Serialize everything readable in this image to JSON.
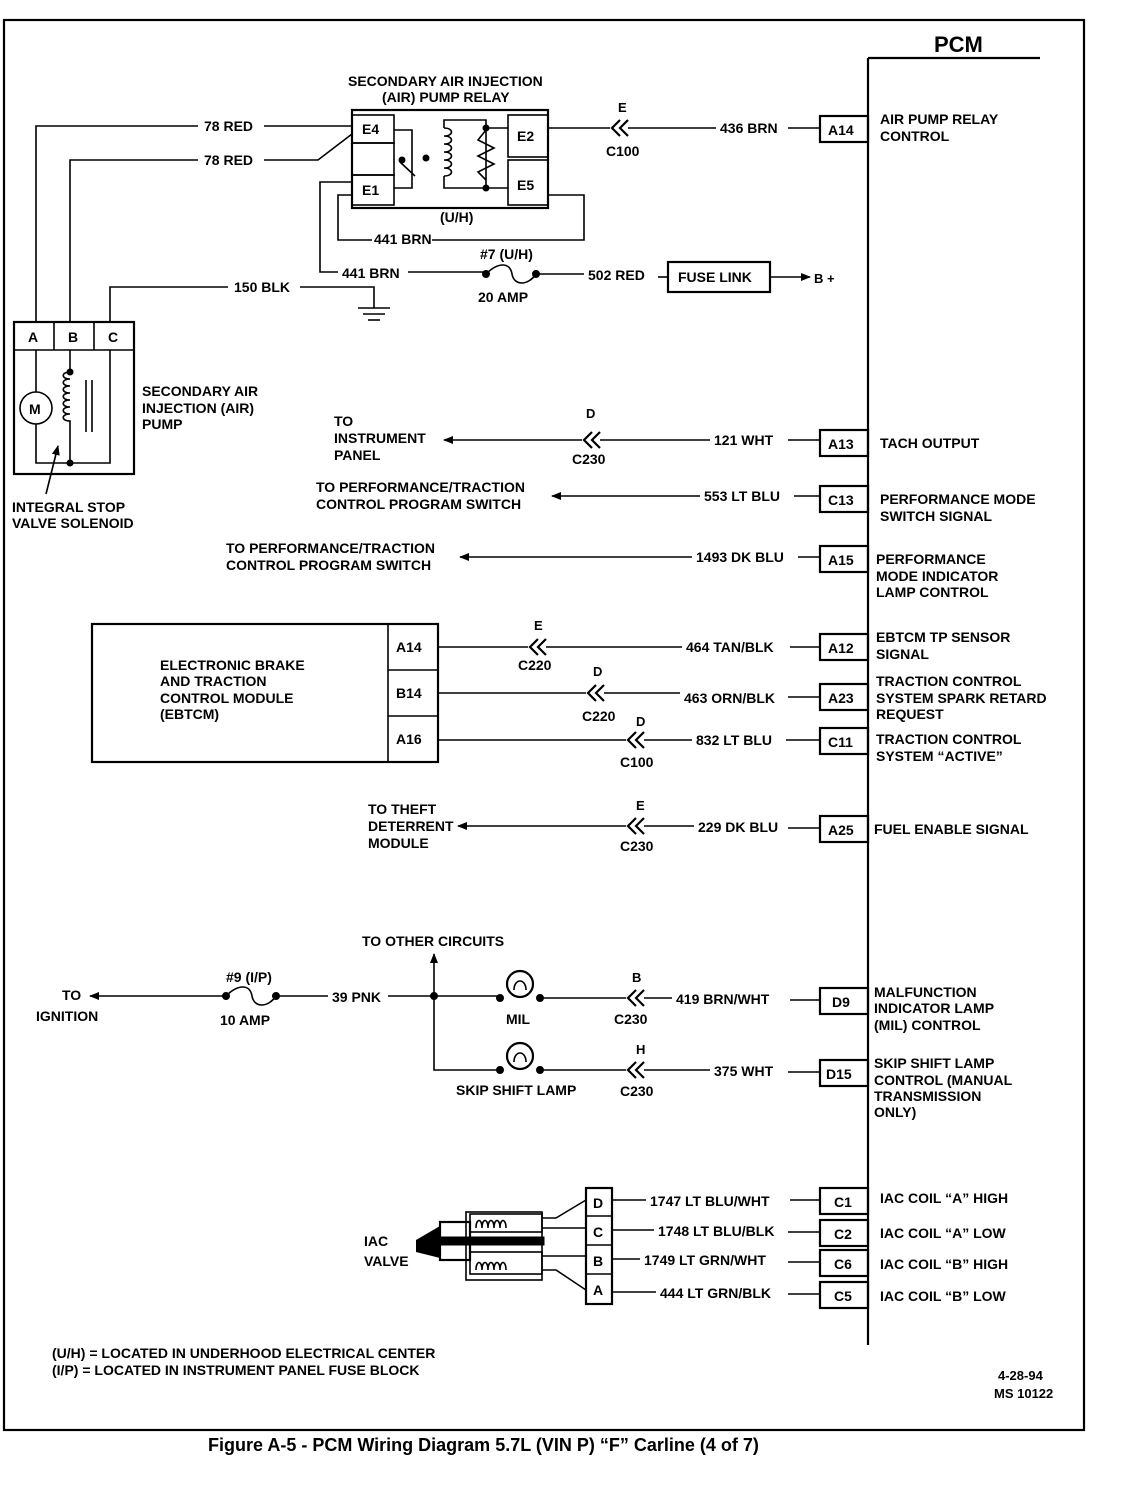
{
  "pcm_label": "PCM",
  "relay": {
    "title1": "SECONDARY AIR INJECTION",
    "title2": "(AIR) PUMP RELAY",
    "pins": [
      "E4",
      "E1",
      "E2",
      "E5"
    ],
    "location": "(U/H)"
  },
  "wires": {
    "w78a": "78 RED",
    "w78b": "78 RED",
    "w441a": "441 BRN",
    "w441b": "441 BRN",
    "w150": "150 BLK",
    "w436": "436 BRN",
    "w502": "502 RED",
    "w121": "121 WHT",
    "w553": "553 LT BLU",
    "w1493": "1493 DK BLU",
    "w464": "464 TAN/BLK",
    "w463": "463 ORN/BLK",
    "w832": "832 LT BLU",
    "w229": "229 DK BLU",
    "w39": "39 PNK",
    "w419": "419 BRN/WHT",
    "w375": "375 WHT",
    "w1747": "1747 LT BLU/WHT",
    "w1748": "1748 LT BLU/BLK",
    "w1749": "1749 LT GRN/WHT",
    "w444": "444 LT GRN/BLK"
  },
  "fuses": {
    "f7_name": "#7 (U/H)",
    "f7_amp": "20 AMP",
    "f9_name": "#9 (I/P)",
    "f9_amp": "10 AMP",
    "fuse_link": "FUSE LINK",
    "bplus": "B +"
  },
  "connectors": {
    "c100a_pin": "E",
    "c100a": "C100",
    "c230a_pin": "D",
    "c230a": "C230",
    "c220a_pin": "E",
    "c220a": "C220",
    "c220b_pin": "D",
    "c220b": "C220",
    "c100b_pin": "D",
    "c100b": "C100",
    "c230b_pin": "E",
    "c230b": "C230",
    "c230c_pin": "B",
    "c230c": "C230",
    "c230d_pin": "H",
    "c230d": "C230"
  },
  "pump": {
    "pins": [
      "A",
      "B",
      "C"
    ],
    "motor": "M",
    "label1": "SECONDARY AIR",
    "label2": "INJECTION (AIR)",
    "label3": "PUMP",
    "solenoid1": "INTEGRAL STOP",
    "solenoid2": "VALVE SOLENOID"
  },
  "destinations": {
    "ip1": "TO",
    "ip2": "INSTRUMENT",
    "ip3": "PANEL",
    "perf1a": "TO PERFORMANCE/TRACTION",
    "perf1b": "CONTROL PROGRAM SWITCH",
    "perf2a": "TO PERFORMANCE/TRACTION",
    "perf2b": "CONTROL PROGRAM SWITCH",
    "theft1": "TO THEFT",
    "theft2": "DETERRENT",
    "theft3": "MODULE",
    "other": "TO OTHER CIRCUITS",
    "ign1": "TO",
    "ign2": "IGNITION"
  },
  "ebtcm": {
    "l1": "ELECTRONIC BRAKE",
    "l2": "AND TRACTION",
    "l3": "CONTROL MODULE",
    "l4": "(EBTCM)",
    "pins": [
      "A14",
      "B14",
      "A16"
    ]
  },
  "lamps": {
    "mil": "MIL",
    "skip": "SKIP SHIFT LAMP"
  },
  "iac": {
    "l1": "IAC",
    "l2": "VALVE",
    "pins": [
      "D",
      "C",
      "B",
      "A"
    ]
  },
  "pcm_pins": {
    "A14": "A14",
    "A13": "A13",
    "C13": "C13",
    "A15": "A15",
    "A12": "A12",
    "A23": "A23",
    "C11": "C11",
    "A25": "A25",
    "D9": "D9",
    "D15": "D15",
    "C1": "C1",
    "C2": "C2",
    "C6": "C6",
    "C5": "C5"
  },
  "pcm_labels": {
    "a14_1": "AIR PUMP RELAY",
    "a14_2": "CONTROL",
    "a13": "TACH OUTPUT",
    "c13_1": "PERFORMANCE MODE",
    "c13_2": "SWITCH SIGNAL",
    "a15_1": "PERFORMANCE",
    "a15_2": "MODE INDICATOR",
    "a15_3": "LAMP CONTROL",
    "a12_1": "EBTCM TP SENSOR",
    "a12_2": "SIGNAL",
    "a23_1": "TRACTION CONTROL",
    "a23_2": "SYSTEM SPARK RETARD",
    "a23_3": "REQUEST",
    "c11_1": "TRACTION CONTROL",
    "c11_2": "SYSTEM “ACTIVE”",
    "a25": "FUEL ENABLE SIGNAL",
    "d9_1": "MALFUNCTION",
    "d9_2": "INDICATOR LAMP",
    "d9_3": "(MIL) CONTROL",
    "d15_1": "SKIP SHIFT LAMP",
    "d15_2": "CONTROL (MANUAL",
    "d15_3": "TRANSMISSION",
    "d15_4": "ONLY)",
    "c1": "IAC COIL “A” HIGH",
    "c2": "IAC COIL “A” LOW",
    "c6": "IAC COIL “B” HIGH",
    "c5": "IAC COIL “B” LOW"
  },
  "notes": {
    "uh": "(U/H)  =  LOCATED IN UNDERHOOD ELECTRICAL CENTER",
    "ip": "(I/P)  =  LOCATED IN INSTRUMENT PANEL FUSE BLOCK",
    "date": "4-28-94",
    "ref": "MS 10122"
  },
  "caption": "Figure A-5 - PCM Wiring Diagram  5.7L  (VIN P)  “F”  Carline  (4 of 7)"
}
